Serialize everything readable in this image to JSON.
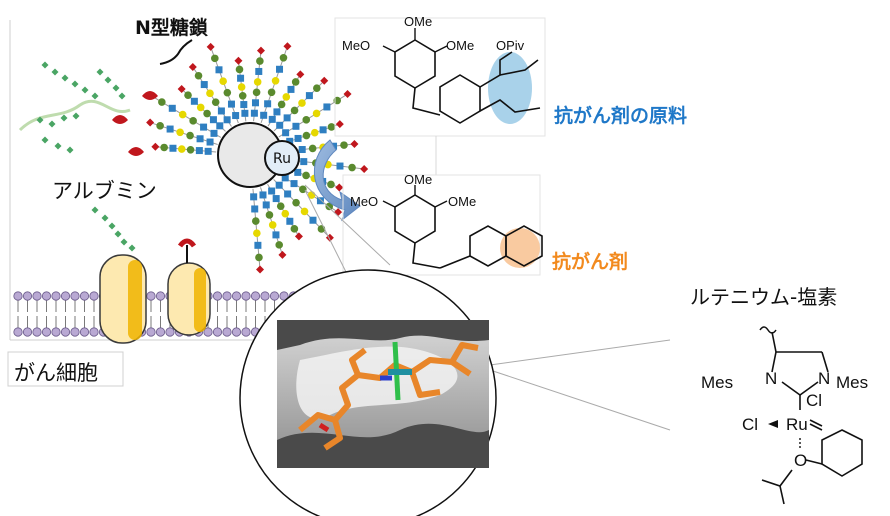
{
  "labels": {
    "n_glycan": "N型糖鎖",
    "albumin": "アルブミン",
    "cancer_cell": "がん細胞",
    "ru": "Ru",
    "precursor": "抗がん剤の原料",
    "drug": "抗がん剤",
    "ru_chloride": "ルテニウム-塩素"
  },
  "precursor_molecule": {
    "groups": [
      "OMe",
      "MeO",
      "OMe",
      "OPiv"
    ]
  },
  "drug_molecule": {
    "groups": [
      "OMe",
      "MeO",
      "OMe"
    ]
  },
  "catalyst": {
    "atoms": [
      "Mes",
      "N",
      "N",
      "Mes",
      "Cl",
      "Cl",
      "Ru",
      "O"
    ]
  },
  "colors": {
    "precursor_label": "#1f78c8",
    "drug_label": "#f28a1e",
    "highlight_blue": "#a9d2ea",
    "highlight_orange": "#f9caa0",
    "glycan_red": "#c0171d",
    "glycan_green": "#5a8a2e",
    "glycan_yellow": "#e6d800",
    "glycan_blue": "#2f7fc1",
    "membrane_purple": "#b9a9d3",
    "protein_yellow": "#fde9b0",
    "arrow_blue": "#7fa3cf"
  }
}
